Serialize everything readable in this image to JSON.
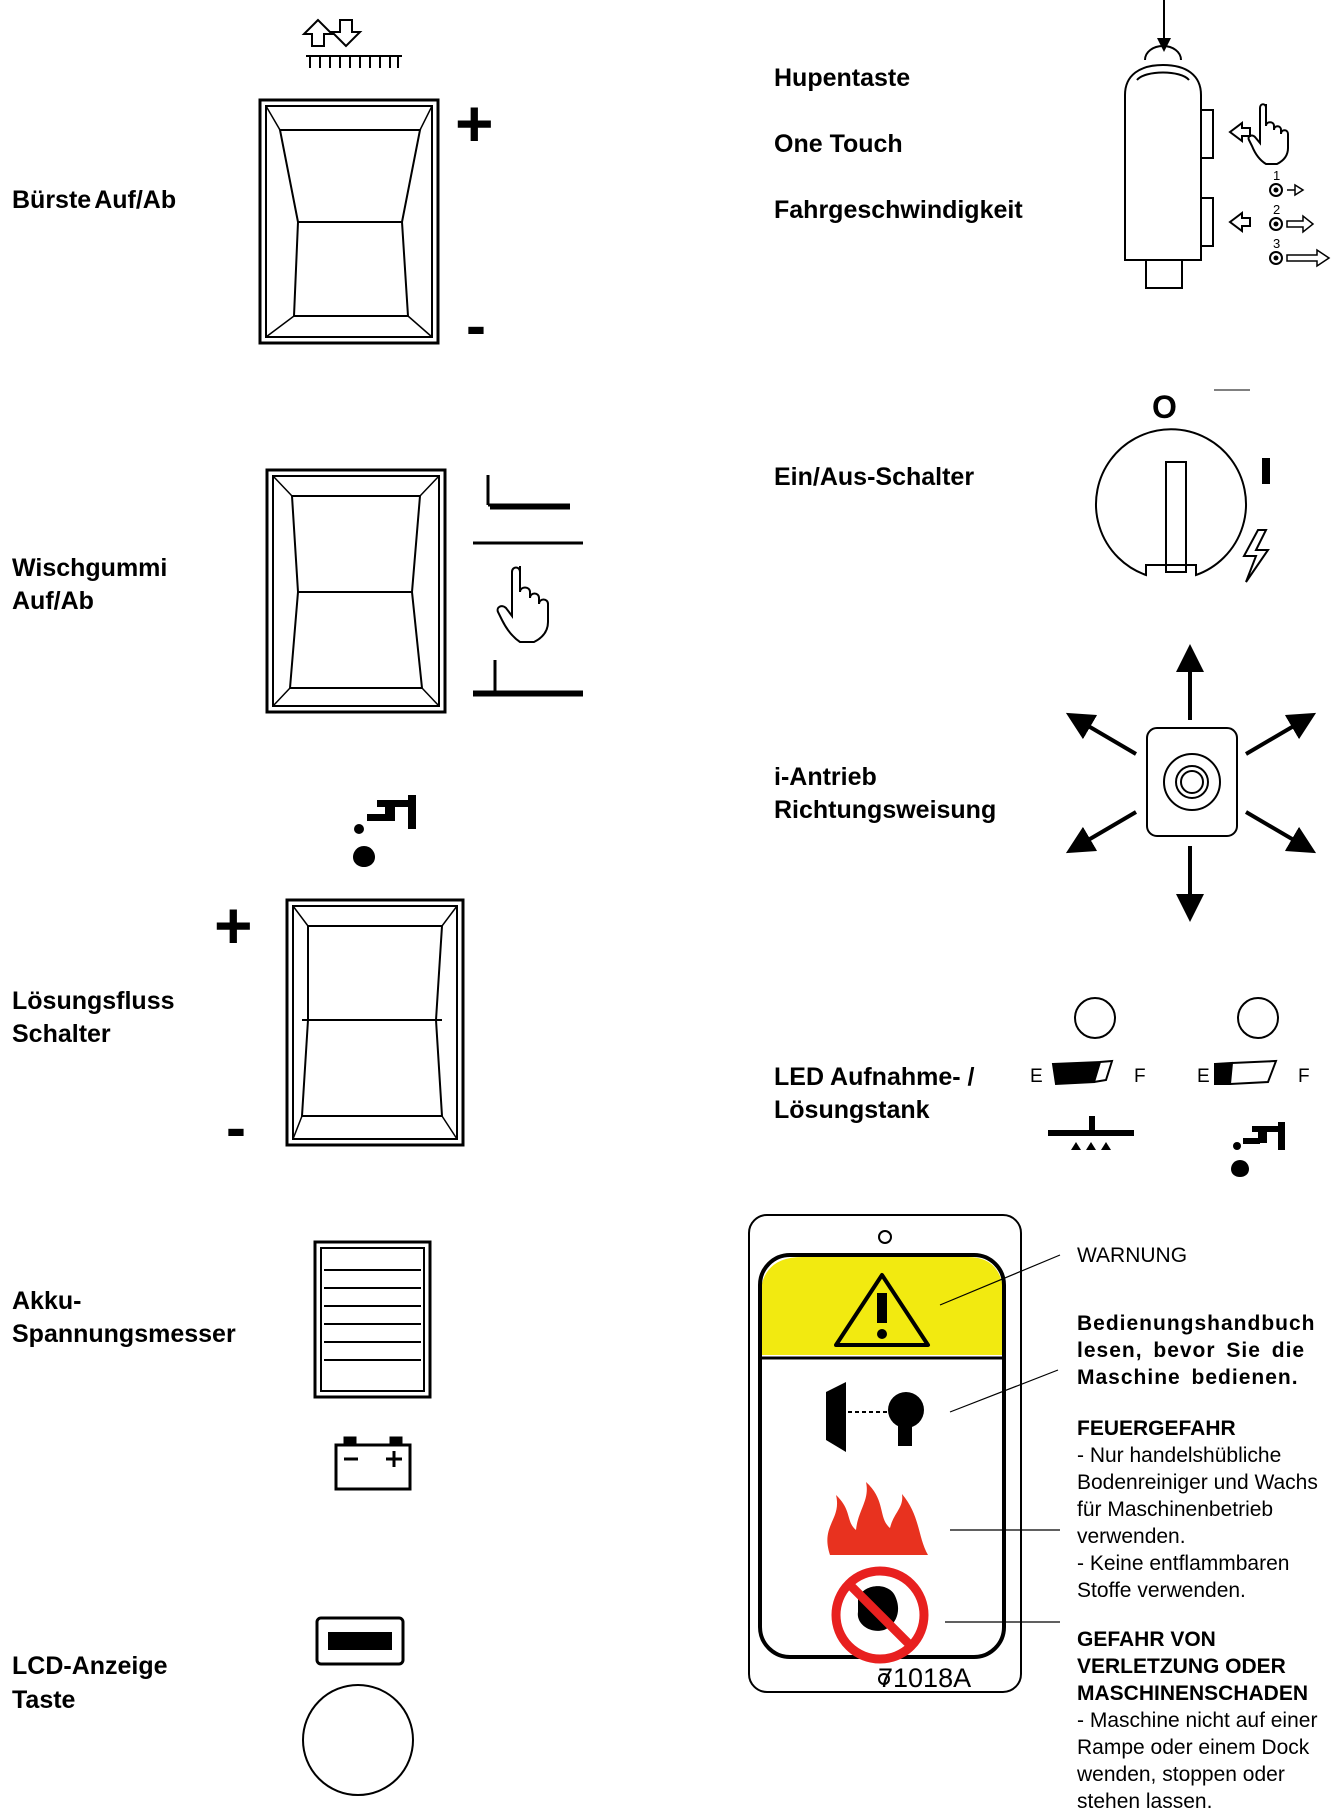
{
  "labels": {
    "brush": "Bürste Auf/Ab",
    "squeegee_1": "Wischgummi",
    "squeegee_2": "Auf/Ab",
    "solution_1": "Lösungsfluss",
    "solution_2": "Schalter",
    "battery_1": "Akku-",
    "battery_2": "Spannungsmesser",
    "lcd_1": "LCD-Anzeige",
    "lcd_2": "Taste",
    "horn": "Hupentaste",
    "onetouch": "One Touch",
    "speed": "Fahrgeschwindigkeit",
    "onoff": "Ein/Aus-Schalter",
    "drive_1": "i-Antrieb",
    "drive_2": "Richtungsweisung",
    "led_1": "LED Aufnahme- /",
    "led_2": "Lösungstank"
  },
  "symbols": {
    "plus": "+",
    "minus": "-",
    "off": "O",
    "on": "I",
    "empty": "E",
    "full": "F",
    "speed_1": "1",
    "speed_2": "2",
    "speed_3": "3"
  },
  "warning": {
    "title": "WARNUNG",
    "manual": [
      "Bedienungshandbuch",
      "lesen, bevor Sie die",
      "Maschine bedienen."
    ],
    "fire_title": "FEUERGEFAHR",
    "fire": [
      "- Nur handelshübliche",
      "Bodenreiniger und Wachs",
      "für Maschinenbetrieb",
      "verwenden.",
      "- Keine entflammbaren",
      "Stoffe verwenden."
    ],
    "injury_title": [
      "GEFAHR VON",
      "VERLETZUNG ODER",
      "MASCHINENSCHADEN"
    ],
    "injury": [
      "- Maschine nicht auf einer",
      "Rampe oder einem Dock",
      "wenden, stoppen oder",
      "stehen lassen."
    ],
    "part_number": "71018A"
  },
  "colors": {
    "warning_yellow": "#f2ea10",
    "fire_red": "#e8321f",
    "prohibit_red": "#e8201f"
  }
}
